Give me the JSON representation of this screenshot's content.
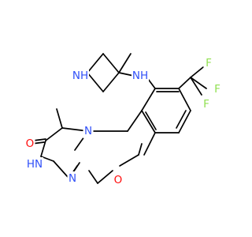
{
  "molecule": {
    "atom_colors": {
      "N": "#3050F8",
      "O": "#FF0D0D",
      "F": "#90E050"
    },
    "atom_labels": [
      {
        "id": "nh_azetidine",
        "element": "N",
        "text": "NH"
      },
      {
        "id": "nh_amine",
        "element": "N",
        "text": "NH"
      },
      {
        "id": "f_top",
        "element": "F",
        "text": "F"
      },
      {
        "id": "f_right",
        "element": "F",
        "text": "F"
      },
      {
        "id": "f_bottom",
        "element": "F",
        "text": "F"
      },
      {
        "id": "o_carbonyl",
        "element": "O",
        "text": "O"
      },
      {
        "id": "n_ring",
        "element": "N",
        "text": "N"
      },
      {
        "id": "hn_triazine",
        "element": "N",
        "text": "HN"
      },
      {
        "id": "n_triazine",
        "element": "N",
        "text": "N"
      },
      {
        "id": "o_ring",
        "element": "O",
        "text": "O"
      }
    ]
  }
}
